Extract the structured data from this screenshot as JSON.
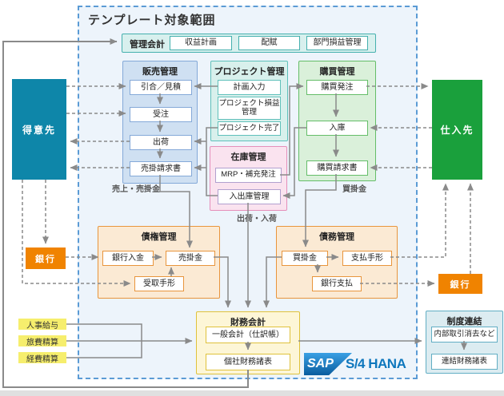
{
  "page": {
    "title": "テンプレート対象範囲"
  },
  "managerial": {
    "title": "管理会計",
    "items": [
      "収益計画",
      "配賦",
      "部門損益管理"
    ]
  },
  "sales": {
    "title": "販売管理",
    "items": [
      "引合／見積",
      "受注",
      "出荷",
      "売掛請求書"
    ],
    "note": "売上・売掛金"
  },
  "project": {
    "title": "プロジェクト管理",
    "items": [
      "計画入力",
      "プロジェクト損益管理",
      "プロジェクト完了"
    ]
  },
  "purchasing": {
    "title": "購買管理",
    "items": [
      "購買発注",
      "入庫",
      "購買請求書"
    ],
    "note": "買掛金"
  },
  "inventory": {
    "title": "在庫管理",
    "items": [
      "MRP・補充発注",
      "入出庫管理"
    ],
    "note": "出荷・入荷"
  },
  "receivables": {
    "title": "債権管理",
    "items": [
      "銀行入金",
      "売掛金",
      "受取手形"
    ]
  },
  "payables": {
    "title": "債務管理",
    "items": [
      "買掛金",
      "支払手形",
      "銀行支払"
    ]
  },
  "financial": {
    "title": "財務会計",
    "items": [
      "一般会計（仕訳帳）",
      "個社財務諸表"
    ]
  },
  "consolidation": {
    "title": "制度連結",
    "items": [
      "内部取引消去など",
      "連結財務諸表"
    ]
  },
  "external": {
    "customer": "得意先",
    "supplier": "仕入先",
    "bank_left": "銀行",
    "bank_right": "銀行"
  },
  "hr": {
    "items": [
      "人事給与",
      "旅費精算",
      "経費精算"
    ]
  },
  "logo": {
    "sap": "SAP",
    "product": "S/4 HANA"
  },
  "colors": {
    "scope_border": "#5b9bd5",
    "scope_fill": "#edf4fb",
    "customer": "#0e86a9",
    "supplier": "#1aa03c",
    "bank": "#f08300",
    "sap_blue": "#0e77bd",
    "connector": "#8a8a8a"
  }
}
